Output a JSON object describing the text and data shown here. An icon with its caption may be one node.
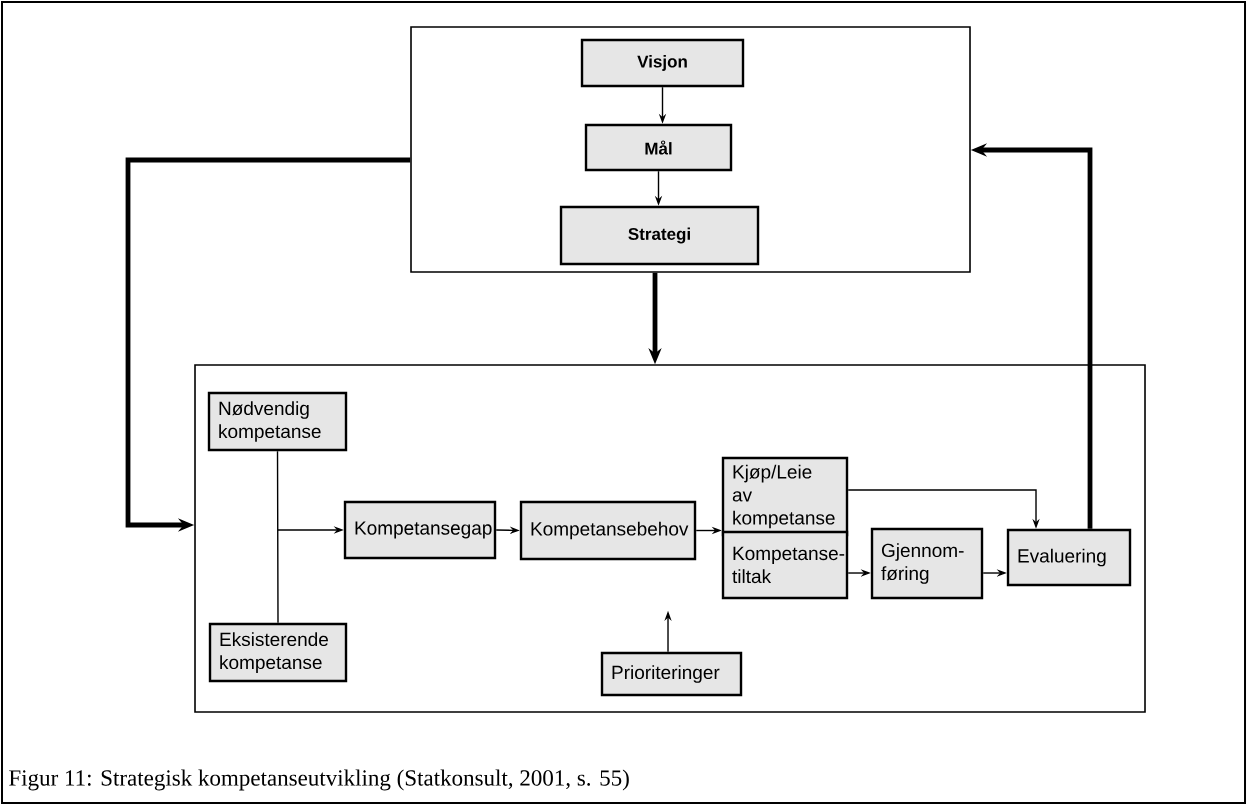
{
  "diagram": {
    "caption": "Figur 11: Strategisk kompetanseutvikling (Statkonsult, 2001, s. 55)",
    "nodes": [
      {
        "text": [],
        "shape": "box"
      },
      {
        "text": [
          "Visjon"
        ],
        "in": 0
      },
      {
        "text": [
          "Mål"
        ],
        "in": 0
      },
      {
        "text": [
          "Strategi"
        ],
        "in": 0
      },
      {
        "text": [],
        "shape": "box"
      },
      {
        "text": [
          "Nødvendig kompetanse"
        ],
        "in": 4
      },
      {
        "text": [
          "Eksisterende kompetanse"
        ],
        "in": 4
      },
      {
        "text": [
          "Kompetansegap"
        ],
        "in": 4
      },
      {
        "text": [
          "Kompetansebehov"
        ],
        "in": 4
      },
      {
        "text": [
          "Kjøp/Leie av kompetanse"
        ],
        "in": 4
      },
      {
        "text": [
          "Kompetanse- tiltak"
        ],
        "in": 4
      },
      {
        "text": [
          "Gjennom- føring"
        ],
        "in": 4
      },
      {
        "text": [
          "Evaluering"
        ],
        "in": 4
      },
      {
        "text": [
          "Prioriteringer"
        ],
        "in": 4
      }
    ],
    "edges": [
      {
        "from": 1,
        "to": 2,
        "arrow": "to"
      },
      {
        "from": 2,
        "to": 3,
        "arrow": "to"
      },
      {
        "from": 0,
        "to": 4,
        "arrow": "to",
        "style": "thick"
      },
      {
        "from": 0,
        "to": 4,
        "arrow": "to",
        "style": "thick"
      },
      {
        "from": 12,
        "to": 0,
        "arrow": "to",
        "style": "thick"
      },
      {
        "from": 5,
        "to": 7,
        "arrow": "to"
      },
      {
        "from": 6,
        "to": 7,
        "arrow": "to"
      },
      {
        "from": 7,
        "to": 8,
        "arrow": "to"
      },
      {
        "from": 8,
        "to": 9,
        "arrow": "to"
      },
      {
        "from": 8,
        "to": 10,
        "arrow": "to"
      },
      {
        "from": 9,
        "to": 12,
        "arrow": "to"
      },
      {
        "from": 10,
        "to": 11,
        "arrow": "to"
      },
      {
        "from": 11,
        "to": 12,
        "arrow": "to"
      },
      {
        "from": 13,
        "to": null,
        "arrow": "to"
      }
    ]
  }
}
